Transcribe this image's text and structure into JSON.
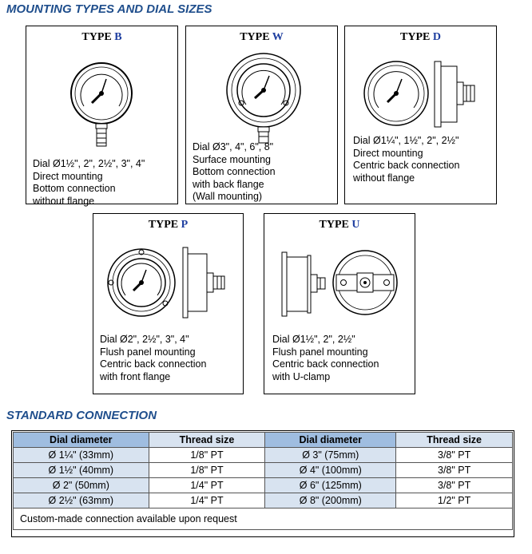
{
  "headings": {
    "mounting": "MOUNTING TYPES AND DIAL SIZES",
    "connection": "STANDARD CONNECTION"
  },
  "cards": [
    {
      "prefix": "TYPE ",
      "letter": "B",
      "lines": [
        "Dial Ø1½\", 2\", 2½\", 3\", 4\"",
        "Direct mounting",
        "Bottom connection",
        "without flange"
      ]
    },
    {
      "prefix": "TYPE ",
      "letter": "W",
      "lines": [
        "Dial Ø3\", 4\", 6\", 8\"",
        "Surface mounting",
        "Bottom connection",
        "with back flange",
        "(Wall mounting)"
      ]
    },
    {
      "prefix": "TYPE ",
      "letter": "D",
      "lines": [
        "Dial Ø1¼\", 1½\", 2\", 2½\"",
        "Direct mounting",
        "Centric back connection",
        "without flange"
      ]
    },
    {
      "prefix": "TYPE ",
      "letter": "P",
      "lines": [
        "Dial Ø2\", 2½\", 3\", 4\"",
        "Flush panel mounting",
        "Centric back connection",
        "with front flange"
      ]
    },
    {
      "prefix": "TYPE ",
      "letter": "U",
      "lines": [
        "Dial Ø1½\", 2\", 2½\"",
        "Flush panel mounting",
        "Centric back connection",
        "with U-clamp"
      ]
    }
  ],
  "table": {
    "headers": [
      "Dial diameter",
      "Thread size",
      "Dial diameter",
      "Thread size"
    ],
    "rows": [
      [
        "Ø 1¼\" (33mm)",
        "1/8\" PT",
        "Ø 3\"   (75mm)",
        "3/8\" PT"
      ],
      [
        "Ø 1½\" (40mm)",
        "1/8\" PT",
        "Ø 4\" (100mm)",
        "3/8\" PT"
      ],
      [
        "Ø 2\"   (50mm)",
        "1/4\" PT",
        "Ø 6\" (125mm)",
        "3/8\" PT"
      ],
      [
        "Ø 2½\" (63mm)",
        "1/4\" PT",
        "Ø 8\" (200mm)",
        "1/2\" PT"
      ]
    ],
    "note": "Custom-made connection available upon request"
  }
}
